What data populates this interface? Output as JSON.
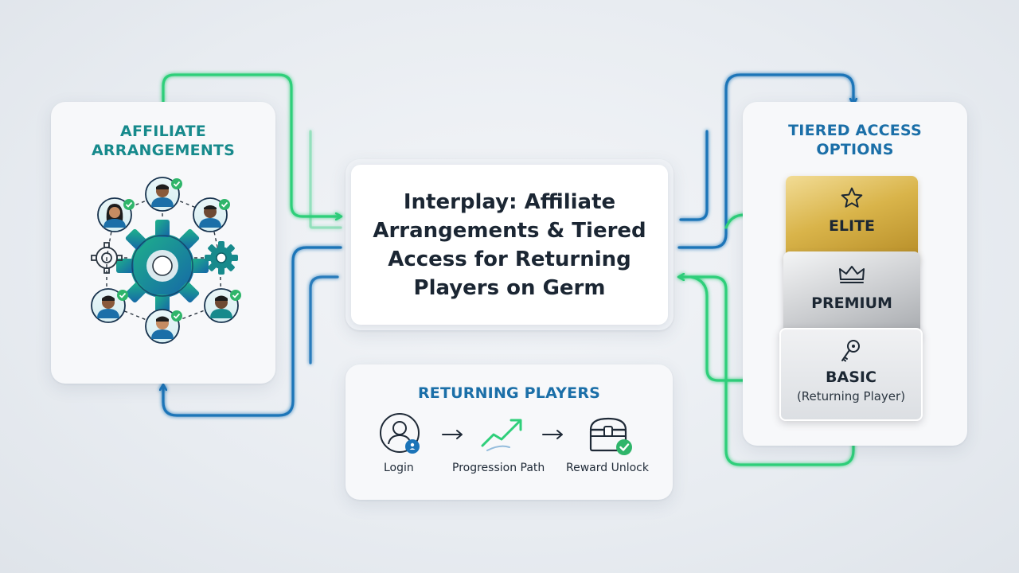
{
  "center": {
    "title_line1": "Interplay: Affiliate",
    "title_line2": "Arrangements & Tiered",
    "title_line3": "Access for Returning",
    "title_line4": "Players on Germ"
  },
  "affiliate": {
    "title_line1": "AFFILIATE",
    "title_line2": "ARRANGEMENTS",
    "icons": [
      "gear-network-icon",
      "person-avatar-icon",
      "check-badge-icon"
    ]
  },
  "tiers": {
    "title_line1": "TIERED ACCESS",
    "title_line2": "OPTIONS",
    "items": [
      {
        "label": "ELITE",
        "icon": "star-icon",
        "color": "#d4ad43"
      },
      {
        "label": "PREMIUM",
        "icon": "crown-icon",
        "color": "#b9bcc0"
      },
      {
        "label": "BASIC",
        "sublabel": "(Returning Player)",
        "icon": "key-icon",
        "color": "#e3e6ea"
      }
    ]
  },
  "returning": {
    "title": "RETURNING PLAYERS",
    "steps": [
      {
        "label": "Login",
        "icon": "user-login-icon"
      },
      {
        "label": "Progression Path",
        "icon": "trend-arrow-icon"
      },
      {
        "label": "Reward Unlock",
        "icon": "treasure-chest-icon"
      }
    ]
  },
  "colors": {
    "green": "#2fcf7a",
    "blue": "#1b74b8",
    "teal": "#178a8c"
  }
}
